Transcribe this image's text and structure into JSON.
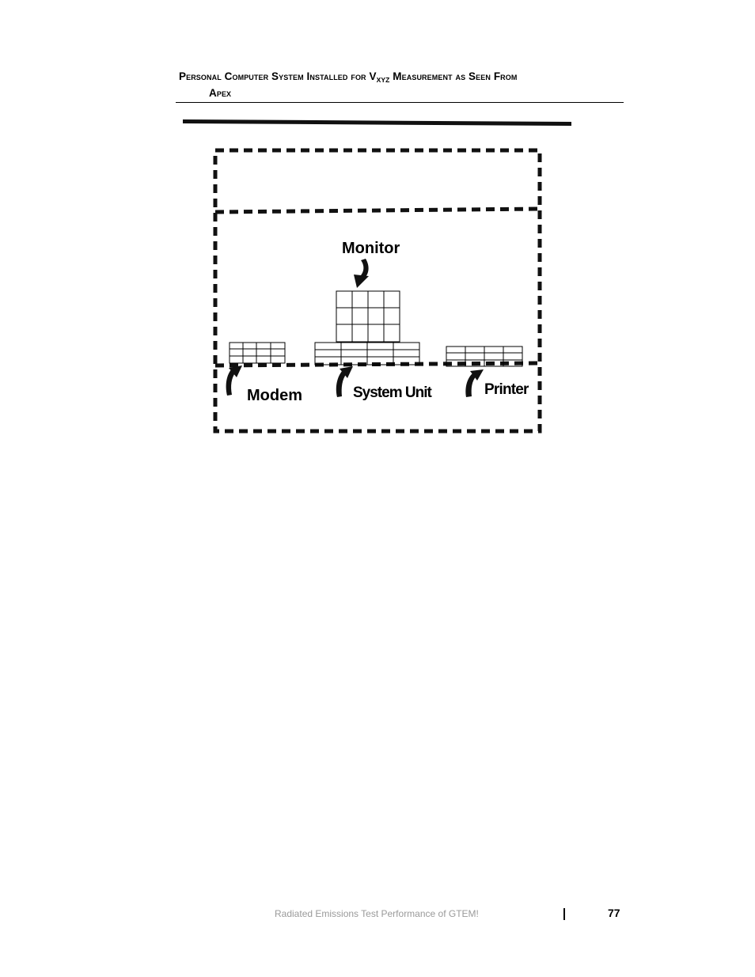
{
  "caption": {
    "line1_pre": "Personal Computer System Installed for V",
    "subscript": "XYZ",
    "line1_post": " Measurement as Seen From",
    "line2": "Apex"
  },
  "figure": {
    "monitor_label": "Monitor",
    "modem_label": "Modem",
    "system_unit_label": "System Unit",
    "printer_label": "Printer"
  },
  "footer": {
    "document_title": "Radiated Emissions Test Performance of GTEM!",
    "page_number": "77"
  }
}
